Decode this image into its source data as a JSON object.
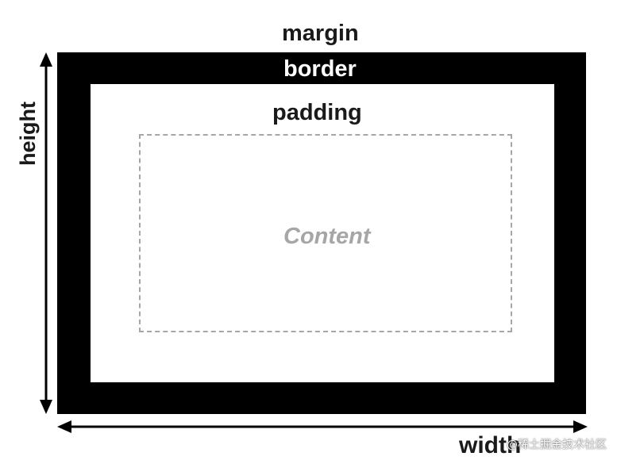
{
  "labels": {
    "margin": "margin",
    "border": "border",
    "padding": "padding",
    "content": "Content",
    "height": "height",
    "width": "width"
  },
  "watermark": "@稀土掘金技术社区",
  "colors": {
    "border_fill": "#000000",
    "content_dash": "#a6a6a6",
    "text": "#1a1a1a",
    "background": "#ffffff"
  },
  "icons": {
    "height_arrow": "double-arrow-vertical",
    "width_arrow": "double-arrow-horizontal"
  }
}
